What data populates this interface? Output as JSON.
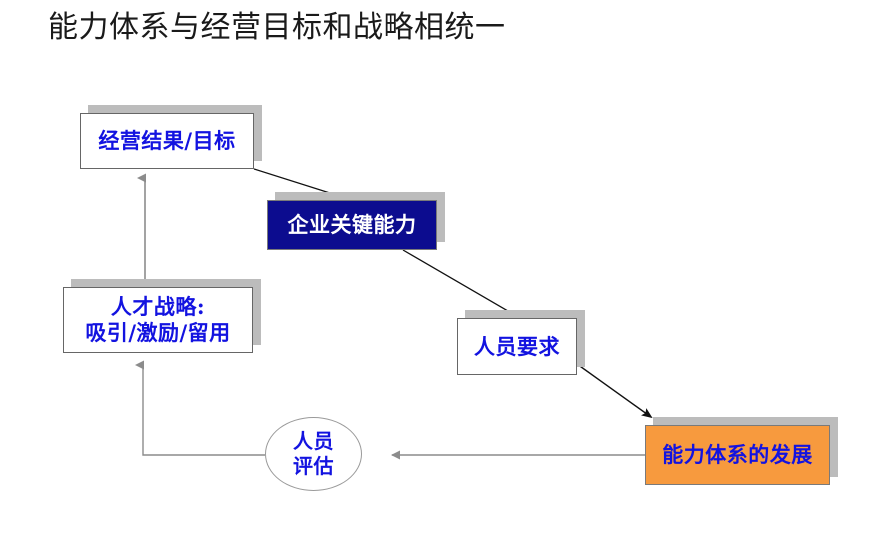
{
  "slide": {
    "title": "能力体系与经营目标和战略相统一",
    "background_color": "#ffffff"
  },
  "theme": {
    "text_blue": "#1313e0",
    "navy_fill": "#0c0c8f",
    "orange_fill": "#f79a3e",
    "shadow_gray": "#bcbcbc",
    "connector_gray": "#8c8c8c",
    "connector_black": "#000000"
  },
  "nodes": {
    "results": {
      "label": "经营结果/目标",
      "shape": "rectangle",
      "fill": "#ffffff",
      "text_color": "#1313e0"
    },
    "core_capability": {
      "label": "企业关键能力",
      "shape": "rectangle",
      "fill": "#0c0c8f",
      "text_color": "#ffffff"
    },
    "talent_strategy": {
      "line1": "人才战略:",
      "line2": "吸引/激励/留用",
      "shape": "rectangle",
      "fill": "#ffffff",
      "text_color": "#1313e0"
    },
    "people_requirements": {
      "label": "人员要求",
      "shape": "rectangle",
      "fill": "#ffffff",
      "text_color": "#1313e0"
    },
    "capability_development": {
      "label": "能力体系的发展",
      "shape": "rectangle",
      "fill": "#f79a3e",
      "text_color": "#1313e0"
    },
    "people_assessment": {
      "line1": "人员",
      "line2": "评估",
      "shape": "ellipse",
      "fill": "#ffffff",
      "text_color": "#1313e0"
    }
  },
  "connectors": [
    {
      "name": "talent-to-results",
      "from": "talent_strategy",
      "to": "results",
      "style": "gray-arrow-up"
    },
    {
      "name": "assessment-to-talent",
      "from": "people_assessment",
      "to": "talent_strategy",
      "style": "gray-elbow-arrow"
    },
    {
      "name": "capability-to-assessment",
      "from": "capability_development",
      "to": "people_assessment",
      "style": "gray-arrow-left"
    },
    {
      "name": "results-to-core",
      "from": "results",
      "to": "core_capability",
      "style": "black-line"
    },
    {
      "name": "core-to-people-req",
      "from": "core_capability",
      "to": "people_requirements",
      "style": "black-line"
    },
    {
      "name": "people-req-to-capability",
      "from": "people_requirements",
      "to": "capability_development",
      "style": "black-arrow"
    }
  ]
}
